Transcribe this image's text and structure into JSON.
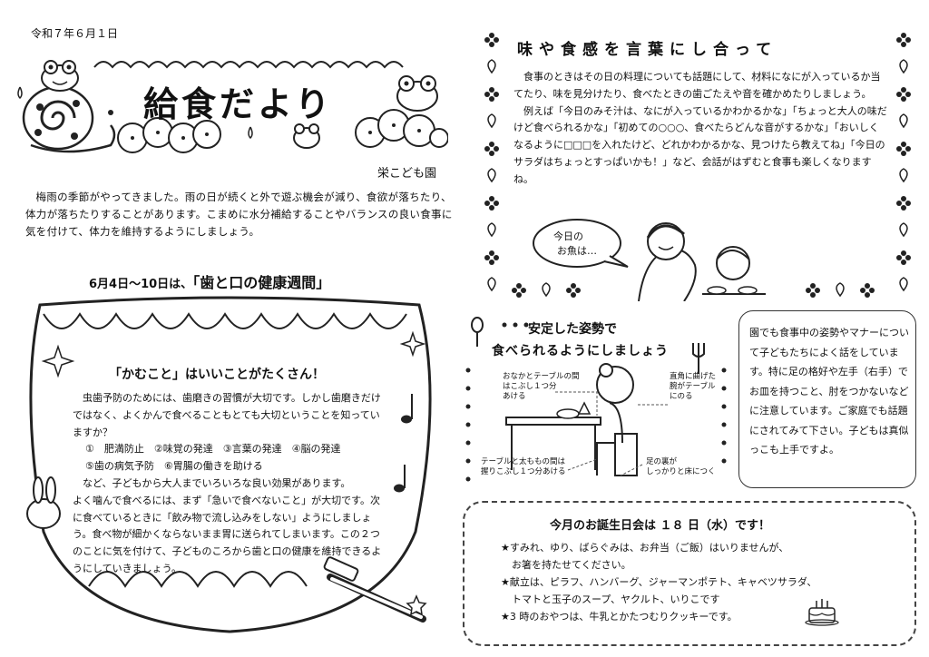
{
  "header": {
    "date": "令和７年６月１日",
    "title": "給食だより",
    "organization": "栄こども園"
  },
  "intro": "梅雨の季節がやってきました。雨の日が続くと外で遊ぶ機会が減り、食欲が落ちたり、体力が落ちたりすることがあります。こまめに水分補給することやバランスの良い食事に気を付けて、体力を維持するようにしましょう。",
  "week": {
    "prefix": "6月4日〜10日は、",
    "name": "「歯と口の健康週間」"
  },
  "kamu": {
    "heading": "「かむこと」はいいことがたくさん！",
    "para1": "虫歯予防のためには、歯磨きの習慣が大切です。しかし歯磨きだけではなく、よくかんで食べることもとても大切ということを知っていますか？",
    "list1": "①　肥満防止　②味覚の発達　③言葉の発達　④脳の発達",
    "list2": "⑤歯の病気予防　⑥胃腸の働きを助ける",
    "para2": "など、子どもから大人までいろいろな良い効果があります。",
    "para3": "よく噛んで食べるには、まず「急いで食べないこと」が大切です。次に食べているときに「飲み物で流し込みをしない」ようにしましょう。食べ物が細かくならないまま胃に送られてしまいます。この２つのことに気を付けて、子どものころから歯と口の健康を維持できるようにしていきましょう。"
  },
  "taste": {
    "title": "味や食感を言葉にし合って",
    "para1": "食事のときはその日の料理についても話題にして、材料になにが入っているか当てたり、味を見分けたり、食べたときの歯ごたえや音を確かめたりしましょう。",
    "para2": "例えば「今日のみそ汁は、なにが入っているかわかるかな」「ちょっと大人の味だけど食べられるかな」「初めての○○○、食べたらどんな音がするかな」「おいしくなるように□□□を入れたけど、どれかわかるかな、見つけたら教えてね」「今日のサラダはちょっとすっぱいかも！」など、会話がはずむと食事も楽しくなりますね。",
    "bubble_line1": "今日の",
    "bubble_line2": "お魚は…"
  },
  "posture": {
    "title_line1": "安定した姿勢で",
    "title_line2": "食べられるようにしましょう",
    "label_1a": "おなかとテーブルの間",
    "label_1b": "はこぶし１つ分",
    "label_1c": "あける",
    "label_2a": "直角に曲げた",
    "label_2b": "腕がテーブル",
    "label_2c": "にのる",
    "label_3a": "テーブルと太ももの間は",
    "label_3b": "握りこぶし１つ分あける",
    "label_4a": "足の裏が",
    "label_4b": "しっかりと床につく",
    "note": "園でも食事中の姿勢やマナーについて子どもたちによく話をしています。特に足の格好や左手（右手）でお皿を持つこと、肘をつかないなどに注意しています。ご家庭でも話題にされてみて下さい。子どもは真似っこも上手ですよ。"
  },
  "birthday": {
    "title": "今月のお誕生日会は １８ 日（水）です！",
    "line1": "★すみれ、ゆり、ばらぐみは、お弁当（ご飯）はいりませんが、",
    "line1b": "お箸を持たせてください。",
    "line2": "★献立は、ピラフ、ハンバーグ、ジャーマンポテト、キャベツサラダ、",
    "line2b": "トマトと玉子のスープ、ヤクルト、いりこです",
    "line3": "★3 時のおやつは、牛乳とかたつむりクッキーです。"
  }
}
